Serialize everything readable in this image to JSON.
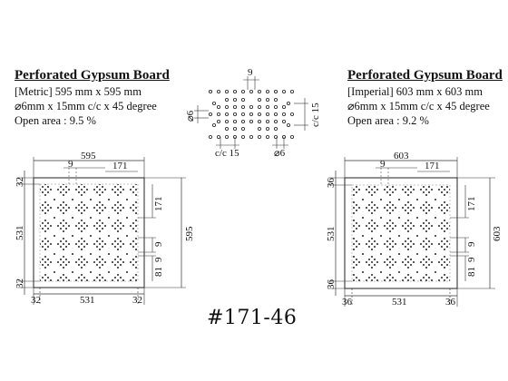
{
  "metric": {
    "title": "Perforated Gypsum Board",
    "size": "[Metric] 595 mm x 595 mm",
    "perforation": "⌀6mm x 15mm c/c x 45 degree",
    "open_area": "Open area : 9.5 %",
    "dims": {
      "overall": "595",
      "inner": "531",
      "border": "32",
      "pitch": "9",
      "module": "171",
      "step": "81"
    }
  },
  "imperial": {
    "title": "Perforated Gypsum Board",
    "size": "[Imperial] 603 mm x 603 mm",
    "perforation": "⌀6mm x 15mm c/c x 45 degree",
    "open_area": "Open area : 9.2 %",
    "dims": {
      "overall": "603",
      "inner": "531",
      "border": "36",
      "pitch": "9",
      "module": "171",
      "step": "81"
    }
  },
  "detail": {
    "pitch_top": "9",
    "diameter_left": "⌀6",
    "cc_right": "c/c 15",
    "cc_bottom": "c/c 15",
    "diameter_bottom": "⌀6"
  },
  "pattern_code": "#171-46"
}
